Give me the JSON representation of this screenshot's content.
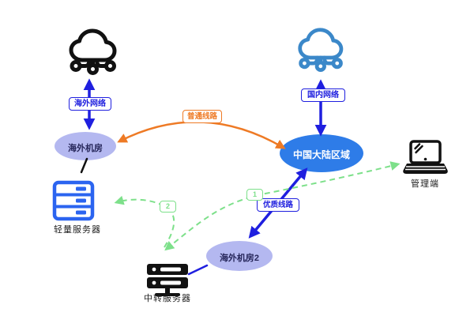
{
  "labels": {
    "overseas_network": "海外网络",
    "domestic_network": "国内网络",
    "normal_line": "普通线路",
    "premium_line": "优质线路",
    "overseas_room": "海外机房",
    "mainland_region": "中国大陆区域",
    "overseas_room2": "海外机房2",
    "light_server": "轻量服务器",
    "relay_server": "中转服务器",
    "admin_client": "管理端",
    "step1": "1",
    "step2": "2"
  },
  "icons": {
    "overseas_cloud": "cloud-network-icon",
    "domestic_cloud": "cloud-network-icon",
    "light_server": "server-rack-icon",
    "relay_server": "server-stand-icon",
    "admin_client": "laptop-icon"
  },
  "colors": {
    "arrow_blue": "#1f1fdf",
    "mainland_ellipse_blue": "#2e7ce8",
    "room_ellipse_lavender": "#b4b8f0",
    "normal_line_orange": "#ee7a25",
    "dashed_green": "#7de08a",
    "server_icon_blue": "#2b64f0",
    "cloud_icon_blue": "#3b88c9",
    "icon_black": "#111111"
  },
  "edges": [
    {
      "from": "overseas_cloud",
      "to": "overseas_room",
      "label_key": "overseas_network",
      "style": "blue-double-arrow"
    },
    {
      "from": "domestic_cloud",
      "to": "mainland_region",
      "label_key": "domestic_network",
      "style": "blue-double-arrow"
    },
    {
      "from": "overseas_room",
      "to": "mainland_region",
      "label_key": "normal_line",
      "style": "orange-curved-double-arrow"
    },
    {
      "from": "overseas_room2",
      "to": "mainland_region",
      "label_key": "premium_line",
      "style": "blue-double-arrow"
    },
    {
      "from": "relay_server",
      "to": "admin_client",
      "badge": "1",
      "style": "green-dashed-double-arrow"
    },
    {
      "from": "relay_server",
      "to": "light_server",
      "badge": "2",
      "style": "green-dashed-arrow"
    },
    {
      "from": "overseas_room",
      "to": "light_server",
      "style": "black-line"
    },
    {
      "from": "relay_server",
      "to": "overseas_room2",
      "style": "blue-line"
    }
  ]
}
